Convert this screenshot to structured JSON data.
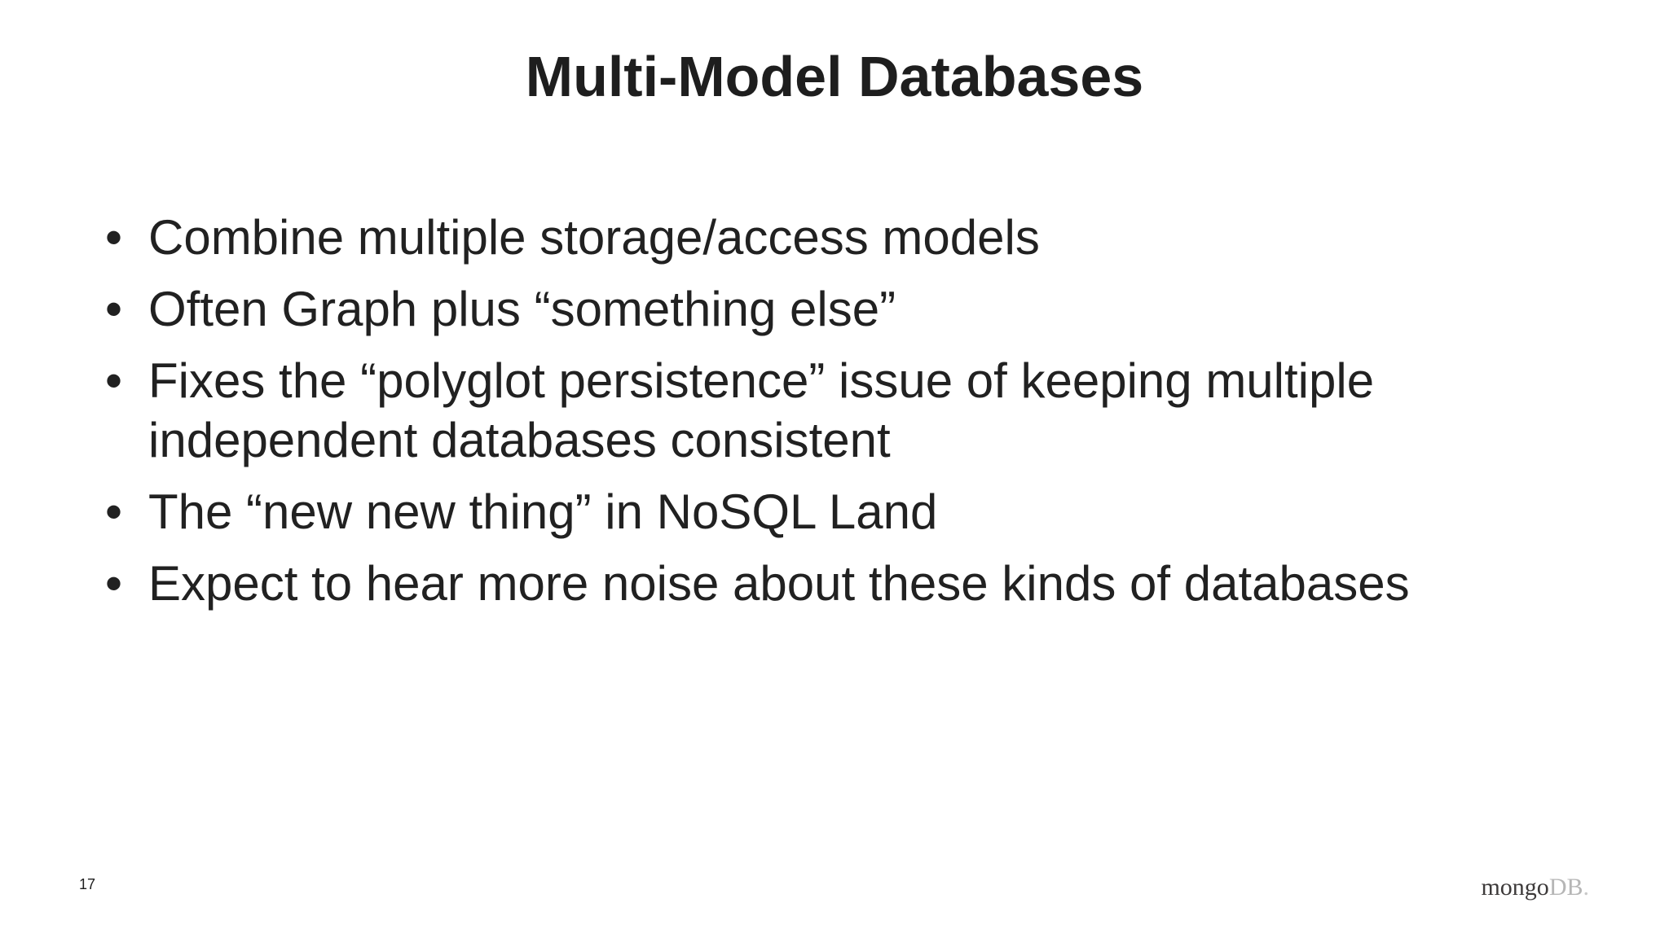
{
  "slide": {
    "title": "Multi-Model Databases",
    "bullets": [
      "Combine multiple storage/access models",
      "Often Graph plus “something else”",
      "Fixes the “polyglot persistence” issue of keeping multiple independent databases consistent",
      "The “new new thing” in NoSQL Land",
      "Expect to hear more noise about these kinds of databases"
    ],
    "footer": {
      "page_number": "17",
      "logo": {
        "part_dark": "mongo",
        "part_light": "DB",
        "part_dot": "."
      }
    }
  },
  "colors": {
    "background": "#ffffff",
    "title_text": "#1e1e1e",
    "body_text": "#212121",
    "logo_dark": "#3d3a3a",
    "logo_light": "#b6b6b6",
    "logo_dot": "#c9c9c9"
  }
}
